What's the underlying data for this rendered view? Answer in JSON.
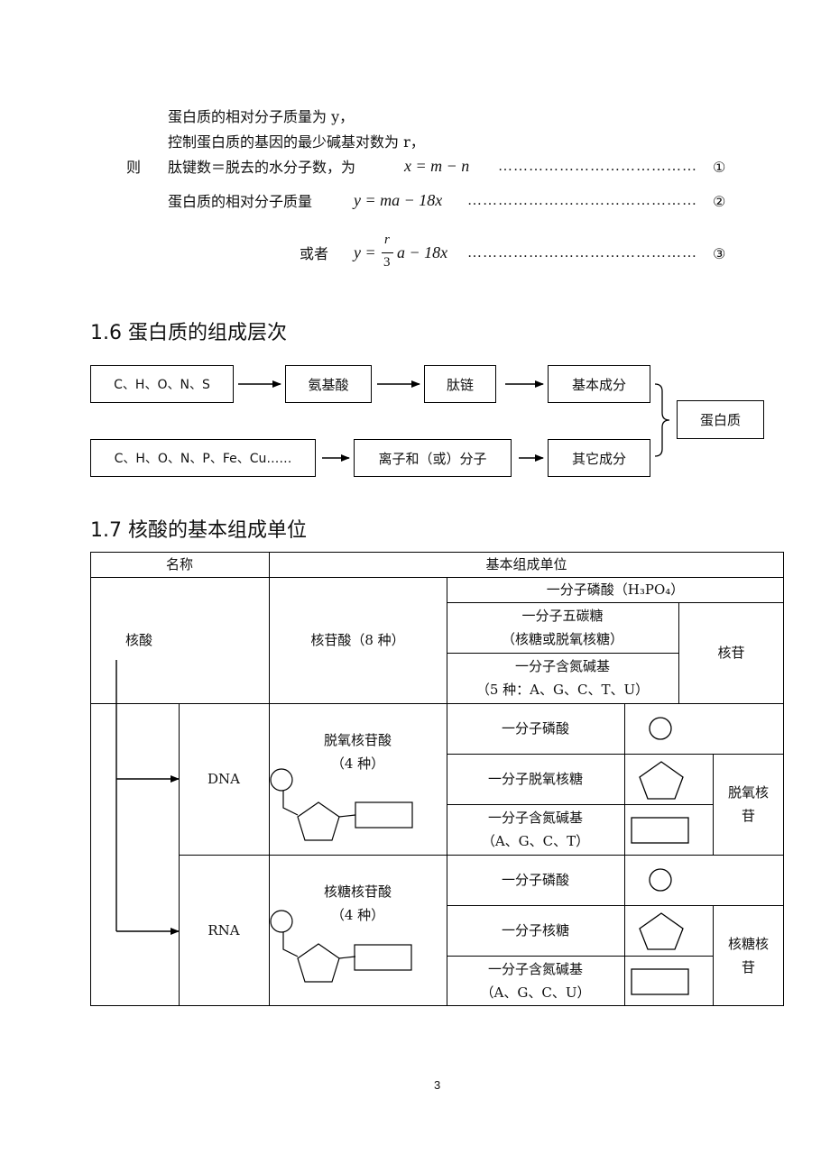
{
  "formula": {
    "line1": "蛋白质的相对分子质量为 y，",
    "line2": "控制蛋白质的基因的最少碱基对数为 r，",
    "ze": "则",
    "line3_label": "肽键数＝脱去的水分子数，为",
    "eq1": "x = m − n",
    "mark1": "①",
    "line4_label": "蛋白质的相对分子质量",
    "eq2": "y = ma − 18x",
    "mark2": "②",
    "huozhe": "或者",
    "eq3_pre": "y =",
    "eq3_num": "r",
    "eq3_den": "3",
    "eq3_post": "a − 18x",
    "mark3": "③"
  },
  "section16": {
    "title": "1.6 蛋白质的组成层次",
    "elements1": "C、H、O、N、S",
    "amino": "氨基酸",
    "peptide": "肽链",
    "basic": "基本成分",
    "elements2": "C、H、O、N、P、Fe、Cu……",
    "ions": "离子和（或）分子",
    "other": "其它成分",
    "protein": "蛋白质"
  },
  "section17": {
    "title": "1.7 核酸的基本组成单位",
    "table": {
      "h_name": "名称",
      "h_unit": "基本组成单位",
      "nucleic": "核酸",
      "nucleotide": "核苷酸（8 种）",
      "phosphate_full": "一分子磷酸（H₃PO₄）",
      "pentose_l1": "一分子五碳糖",
      "pentose_l2": "（核糖或脱氧核糖）",
      "base_l1": "一分子含氮碱基",
      "base_l2": "（5 种：A、G、C、T、U）",
      "nucleoside": "核苷",
      "dna": "DNA",
      "dna_nt_l1": "脱氧核苷酸",
      "dna_nt_l2": "（4 种）",
      "phosphate": "一分子磷酸",
      "deoxyribose": "一分子脱氧核糖",
      "base_dna_l1": "一分子含氮碱基",
      "base_dna_l2": "（A、G、C、T）",
      "dna_ns_l1": "脱氧核",
      "dna_ns_l2": "苷",
      "rna": "RNA",
      "rna_nt_l1": "核糖核苷酸",
      "rna_nt_l2": "（4 种）",
      "ribose": "一分子核糖",
      "base_rna_l1": "一分子含氮碱基",
      "base_rna_l2": "（A、G、C、U）",
      "rna_ns_l1": "核糖核",
      "rna_ns_l2": "苷"
    }
  },
  "page_number": "3"
}
